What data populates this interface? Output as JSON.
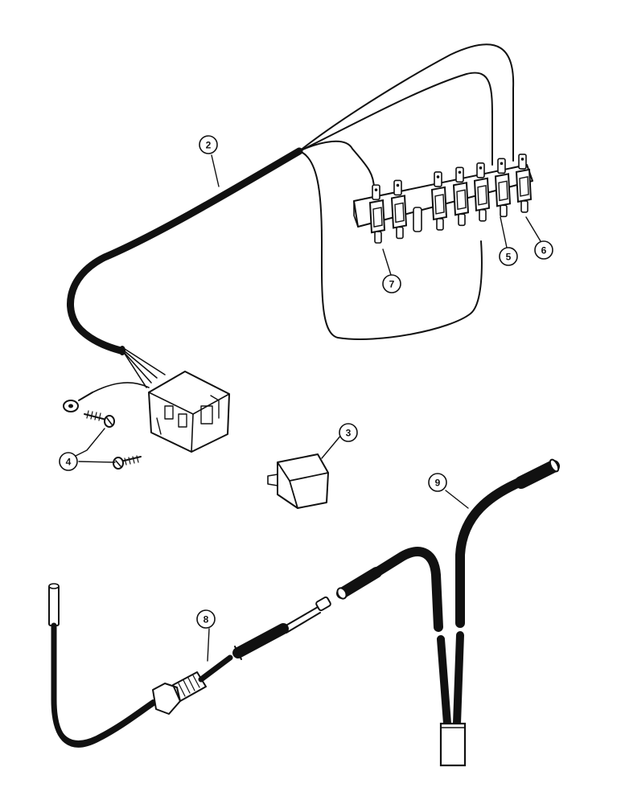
{
  "figure": {
    "background": "#ffffff",
    "ink": "#111111"
  },
  "callouts": {
    "harness_main": "2",
    "relay": "3",
    "screws": "4",
    "fuse_5": "5",
    "fuse_6": "6",
    "fuse_7": "7",
    "sender_cable": "8",
    "y_harness": "9"
  }
}
